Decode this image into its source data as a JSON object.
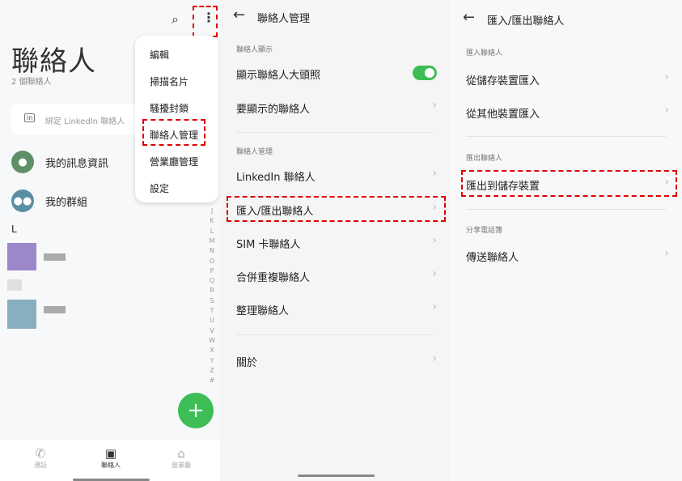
{
  "panel1": {
    "title": "聯絡人",
    "count": "2 個聯絡人",
    "linkedin_label": "綁定 LinkedIn 聯絡人",
    "linkedin_icon": "in",
    "my_info": "我的訊息資訊",
    "my_groups": "我的群組",
    "section_letter": "L",
    "menu": [
      "編輯",
      "掃描名片",
      "騷擾封鎖",
      "聯絡人管理",
      "營業廳管理",
      "設定"
    ],
    "index": [
      "J",
      "K",
      "L",
      "M",
      "N",
      "O",
      "P",
      "Q",
      "R",
      "S",
      "T",
      "U",
      "V",
      "W",
      "X",
      "Y",
      "Z",
      "#"
    ],
    "fab": "+",
    "nav": [
      {
        "label": "通話",
        "icon": "✆"
      },
      {
        "label": "聯絡人",
        "icon": "▣"
      },
      {
        "label": "營業廳",
        "icon": "⌂"
      }
    ],
    "colors": {
      "green": "#3dbd55",
      "my_info_avatar": "#5f8f66",
      "group_avatar": "#5a8fa3"
    }
  },
  "panel2": {
    "title": "聯絡人管理",
    "back": "←",
    "section1": "聯絡人顯示",
    "show_photo": "顯示聯絡人大頭照",
    "show_photo_on": true,
    "contacts_to_show": "要顯示的聯絡人",
    "section2": "聯絡人管理",
    "items": [
      "LinkedIn 聯絡人",
      "匯入/匯出聯絡人",
      "SIM 卡聯絡人",
      "合併重複聯絡人",
      "整理聯絡人"
    ],
    "about": "關於"
  },
  "panel3": {
    "title": "匯入/匯出聯絡人",
    "back": "←",
    "import_section": "匯入聯絡人",
    "import_items": [
      "從儲存裝置匯入",
      "從其他裝置匯入"
    ],
    "export_section": "匯出聯絡人",
    "export_items": [
      "匯出到儲存裝置"
    ],
    "share_section": "分享電話簿",
    "share_items": [
      "傳送聯絡人"
    ]
  }
}
